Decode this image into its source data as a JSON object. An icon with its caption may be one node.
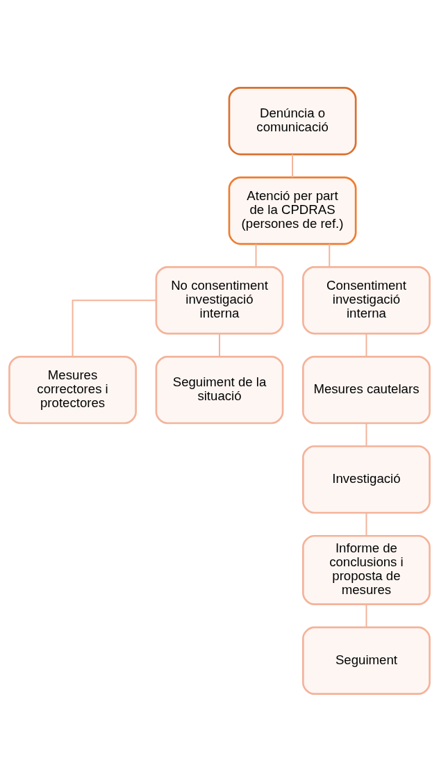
{
  "diagram": {
    "nodes": [
      {
        "text": [
          "Denúncia o comunicació"
        ]
      },
      {
        "text": [
          "Atenció per part de la CPDRAS (persones de ref.)"
        ]
      },
      {
        "text": [
          "No consentiment investigació interna"
        ]
      },
      {
        "text": [
          "Consentiment investigació interna"
        ]
      },
      {
        "text": [
          "Mesures correctores i protectores"
        ]
      },
      {
        "text": [
          "Seguiment de la situació"
        ]
      },
      {
        "text": [
          "Mesures cautelars"
        ]
      },
      {
        "text": [
          "Investigació"
        ]
      },
      {
        "text": [
          "Informe de conclusions i proposta de mesures"
        ]
      },
      {
        "text": [
          "Seguiment"
        ]
      }
    ],
    "edges": [
      {
        "from": 0,
        "to": 1,
        "arrow": "none"
      },
      {
        "from": 1,
        "to": 2,
        "arrow": "none"
      },
      {
        "from": 1,
        "to": 3,
        "arrow": "none"
      },
      {
        "from": 2,
        "to": 4,
        "arrow": "none"
      },
      {
        "from": 2,
        "to": 5,
        "arrow": "none"
      },
      {
        "from": 3,
        "to": 6,
        "arrow": "none"
      },
      {
        "from": 6,
        "to": 7,
        "arrow": "none"
      },
      {
        "from": 7,
        "to": 8,
        "arrow": "none"
      },
      {
        "from": 8,
        "to": 9,
        "arrow": "none"
      }
    ]
  }
}
